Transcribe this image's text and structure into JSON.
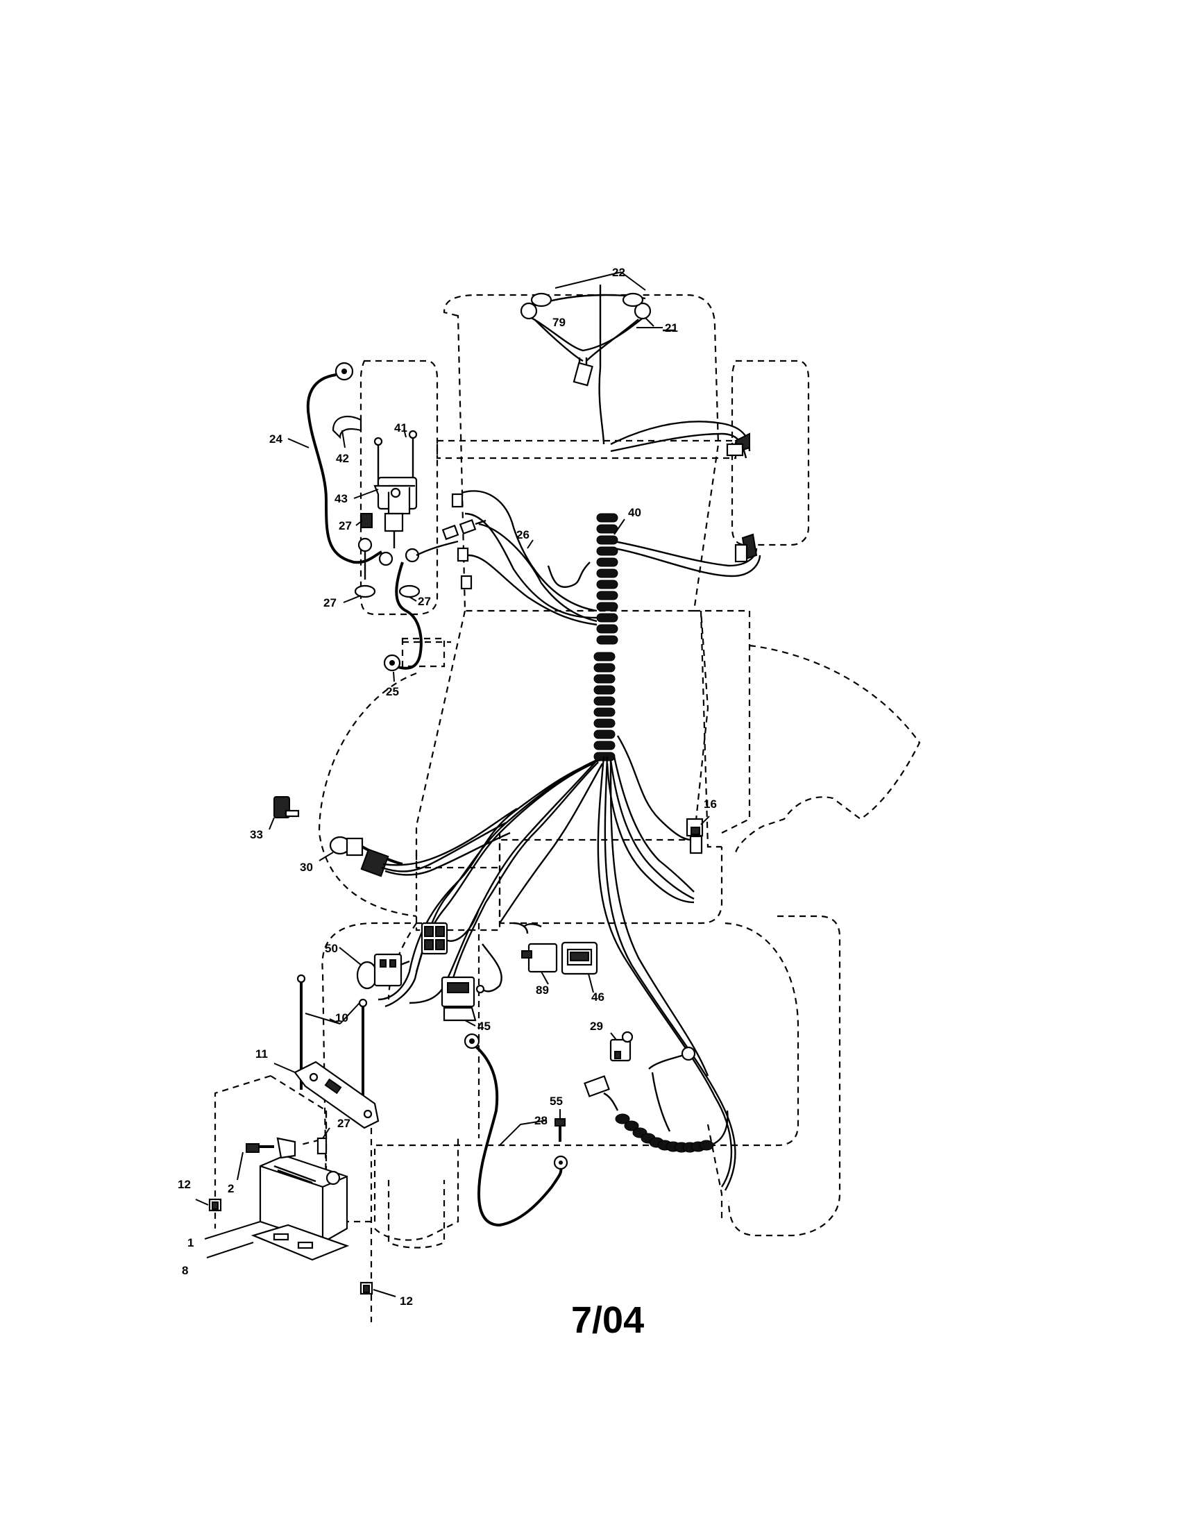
{
  "diagram": {
    "footer_code": "7/04",
    "callouts": [
      {
        "id": "22",
        "text": "22"
      },
      {
        "id": "79",
        "text": "79"
      },
      {
        "id": "21",
        "text": "21"
      },
      {
        "id": "24",
        "text": "24"
      },
      {
        "id": "41",
        "text": "41"
      },
      {
        "id": "42",
        "text": "42"
      },
      {
        "id": "43",
        "text": "43"
      },
      {
        "id": "27a",
        "text": "27"
      },
      {
        "id": "27b",
        "text": "27"
      },
      {
        "id": "27c",
        "text": "27"
      },
      {
        "id": "26",
        "text": "26"
      },
      {
        "id": "40",
        "text": "40"
      },
      {
        "id": "25",
        "text": "25"
      },
      {
        "id": "16",
        "text": "16"
      },
      {
        "id": "33",
        "text": "33"
      },
      {
        "id": "30",
        "text": "30"
      },
      {
        "id": "50",
        "text": "50"
      },
      {
        "id": "10",
        "text": "10"
      },
      {
        "id": "89",
        "text": "89"
      },
      {
        "id": "46",
        "text": "46"
      },
      {
        "id": "45",
        "text": "45"
      },
      {
        "id": "29",
        "text": "29"
      },
      {
        "id": "11",
        "text": "11"
      },
      {
        "id": "55",
        "text": "55"
      },
      {
        "id": "28",
        "text": "28"
      },
      {
        "id": "27d",
        "text": "27"
      },
      {
        "id": "2",
        "text": "2"
      },
      {
        "id": "12a",
        "text": "12"
      },
      {
        "id": "1",
        "text": "1"
      },
      {
        "id": "8",
        "text": "8"
      },
      {
        "id": "12b",
        "text": "12"
      }
    ]
  }
}
